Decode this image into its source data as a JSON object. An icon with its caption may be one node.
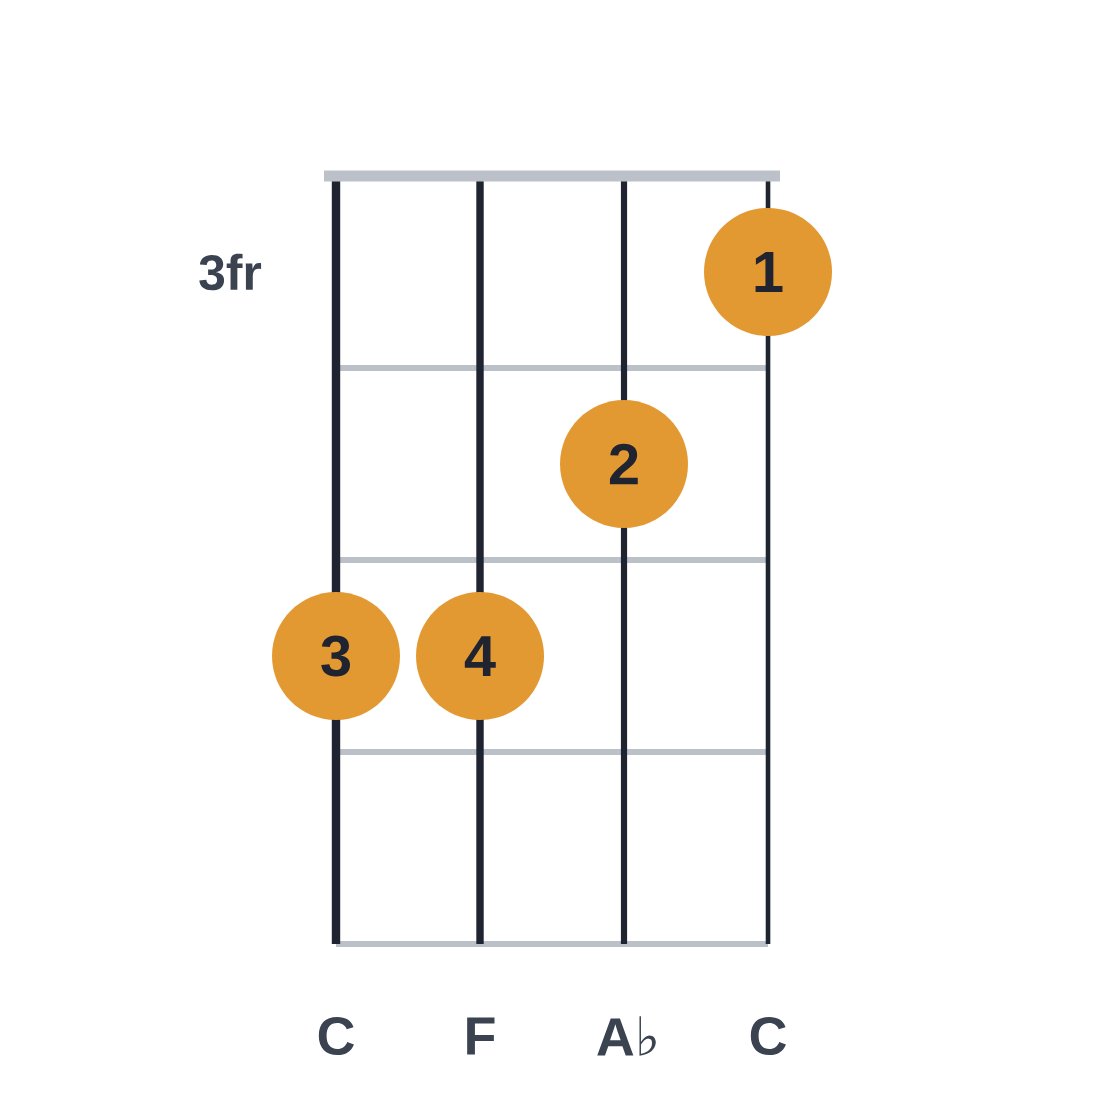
{
  "diagram": {
    "nodes": [
      {
        "text": [
          "1"
        ]
      },
      {
        "text": [
          "2"
        ]
      },
      {
        "text": [
          "3"
        ]
      },
      {
        "text": [
          "4"
        ]
      }
    ],
    "labels": [
      "3fr",
      "C",
      "F",
      "A♭",
      "C"
    ]
  }
}
